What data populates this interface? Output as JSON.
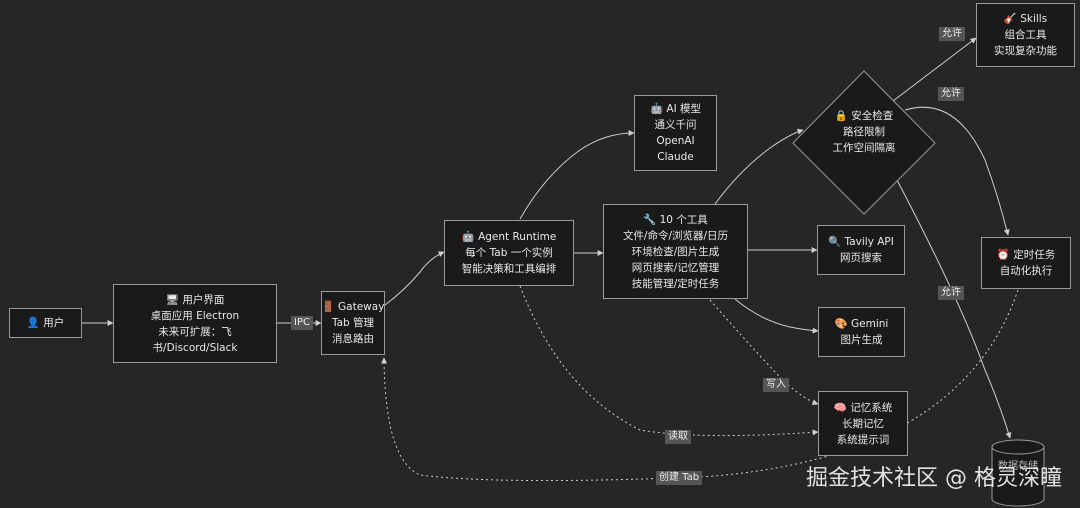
{
  "nodes": {
    "user": {
      "lines": [
        "👤 用户"
      ]
    },
    "ui": {
      "lines": [
        "🖥 用户界面",
        "桌面应用 Electron",
        "未来可扩展：飞",
        "书/Discord/Slack"
      ]
    },
    "gateway": {
      "lines": [
        "🚪 Gateway",
        "Tab 管理",
        "消息路由"
      ]
    },
    "agent": {
      "lines": [
        "🤖 Agent Runtime",
        "每个 Tab 一个实例",
        "智能决策和工具编排"
      ]
    },
    "ai_model": {
      "lines": [
        "🤖 AI 模型",
        "通义千问",
        "OpenAI",
        "Claude"
      ]
    },
    "tools": {
      "lines": [
        "🔧 10 个工具",
        "文件/命令/浏览器/日历",
        "环境检查/图片生成",
        "网页搜索/记忆管理",
        "技能管理/定时任务"
      ]
    },
    "security": {
      "lines": [
        "🔒 安全检查",
        "路径限制",
        "工作空间隔离"
      ]
    },
    "skills": {
      "lines": [
        "🎸 Skills",
        "组合工具",
        "实现复杂功能"
      ]
    },
    "tavily": {
      "lines": [
        "🔍 Tavily API",
        "网页搜索"
      ]
    },
    "gemini": {
      "lines": [
        "🎨 Gemini",
        "图片生成"
      ]
    },
    "memory": {
      "lines": [
        "🧠 记忆系统",
        "长期记忆",
        "系统提示词"
      ]
    },
    "cron": {
      "lines": [
        "⏰ 定时任务",
        "自动化执行"
      ]
    },
    "storage": {
      "lines": [
        "数据存储"
      ]
    }
  },
  "edge_labels": {
    "ipc": "IPC",
    "allow_skills": "允许",
    "allow_cron": "允许",
    "allow_storage": "允许",
    "write": "写入",
    "read": "读取",
    "create_tab": "创建 Tab"
  },
  "watermark": "掘金技术社区 @ 格灵深瞳",
  "colors": {
    "background": "#262626",
    "node_fill": "#1a1a1a",
    "border": "#9a9a9a",
    "edge": "#cfcfcf",
    "label_bg": "#555555"
  }
}
